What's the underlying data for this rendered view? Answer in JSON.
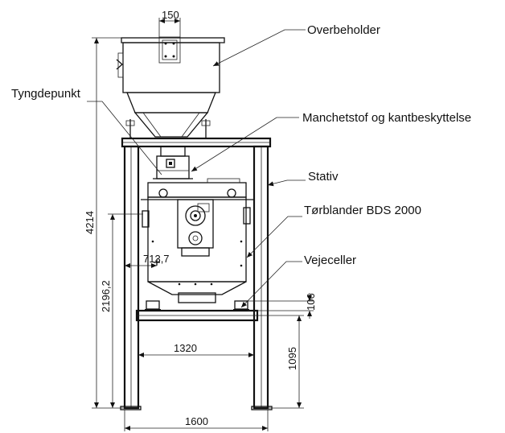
{
  "labels": {
    "hopper": "Overbeholder",
    "center_of_gravity": "Tyngdepunkt",
    "sleeve": "Manchetstof og kantbeskyttelse",
    "frame": "Stativ",
    "mixer": "Tørblander BDS 2000",
    "load_cells": "Vejeceller"
  },
  "dimensions": {
    "top_width": "150",
    "total_height": "4214",
    "cog_height": "2196,2",
    "cog_offset": "713,7",
    "load_cell_height": "106",
    "inner_width": "1320",
    "leg_height": "1095",
    "frame_width": "1600"
  }
}
